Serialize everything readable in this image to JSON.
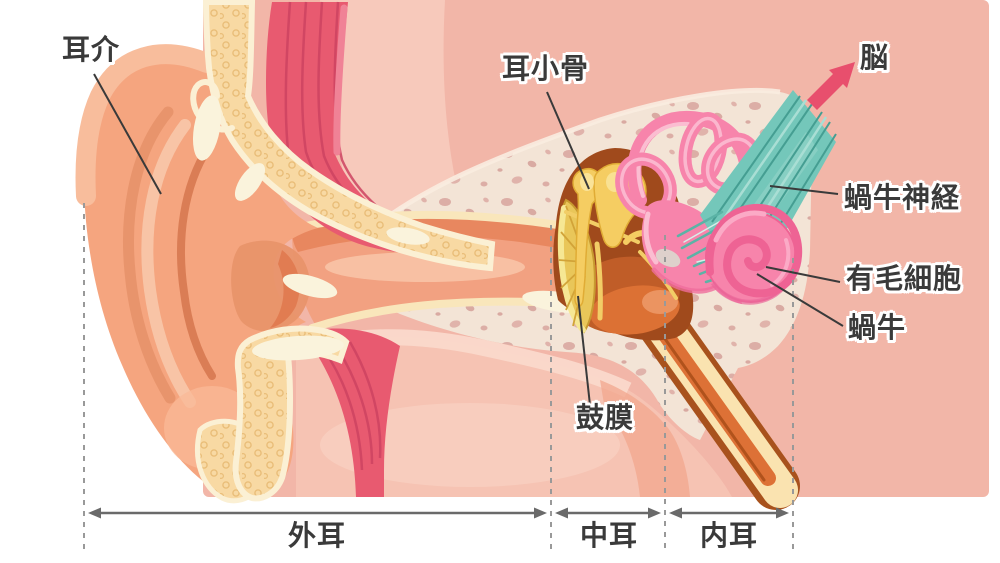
{
  "diagram_title": "ear anatomy diagram",
  "labels": {
    "auricle": "耳介",
    "ossicles": "耳小骨",
    "brain": "脳",
    "cochlear_nerve": "蝸牛神経",
    "hair_cells": "有毛細胞",
    "cochlea": "蝸牛",
    "eardrum": "鼓膜"
  },
  "measurements": {
    "outer_ear": "外耳",
    "middle_ear": "中耳",
    "inner_ear": "内耳"
  },
  "colors": {
    "background_pink": "#f2b6a8",
    "light_flesh_pink": "#f7c9bb",
    "bone_beige": "#f3e4d6",
    "bone_speckle": "#dcaea6",
    "cartilage_yellow": "#f8d9a3",
    "muscle_red": "#e85a70",
    "skin_salmon": "#f5a57f",
    "canal_salmon": "#f2a181",
    "middle_ear_brown": "#a04a1c",
    "eardrum_yellow": "#e9c659",
    "ossicle_yellow": "#f5cd62",
    "inner_ear_pink": "#f784ab",
    "nerve_teal": "#74c7ba",
    "arrow_red": "#e84f6d",
    "label_text": "#3a3a3a",
    "guide_gray": "#999999"
  }
}
